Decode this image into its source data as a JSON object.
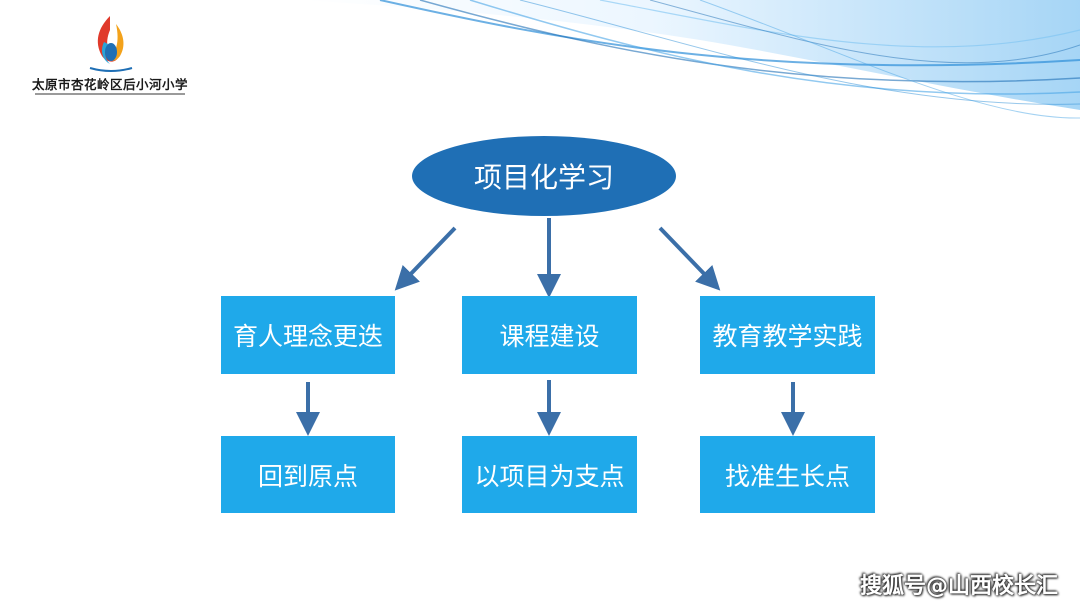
{
  "header": {
    "school_name": "太原市杏花岭区后小河小学"
  },
  "diagram": {
    "root": "项目化学习",
    "branches": [
      {
        "top": "育人理念更迭",
        "bottom": "回到原点"
      },
      {
        "top": "课程建设",
        "bottom": "以项目为支点"
      },
      {
        "top": "教育教学实践",
        "bottom": "找准生长点"
      }
    ]
  },
  "watermark": "搜狐号@山西校长汇",
  "colors": {
    "root_fill": "#1f6fb5",
    "box_fill": "#1fa9ea",
    "arrow": "#3b6fa8",
    "wave": "#2e8fd8"
  }
}
